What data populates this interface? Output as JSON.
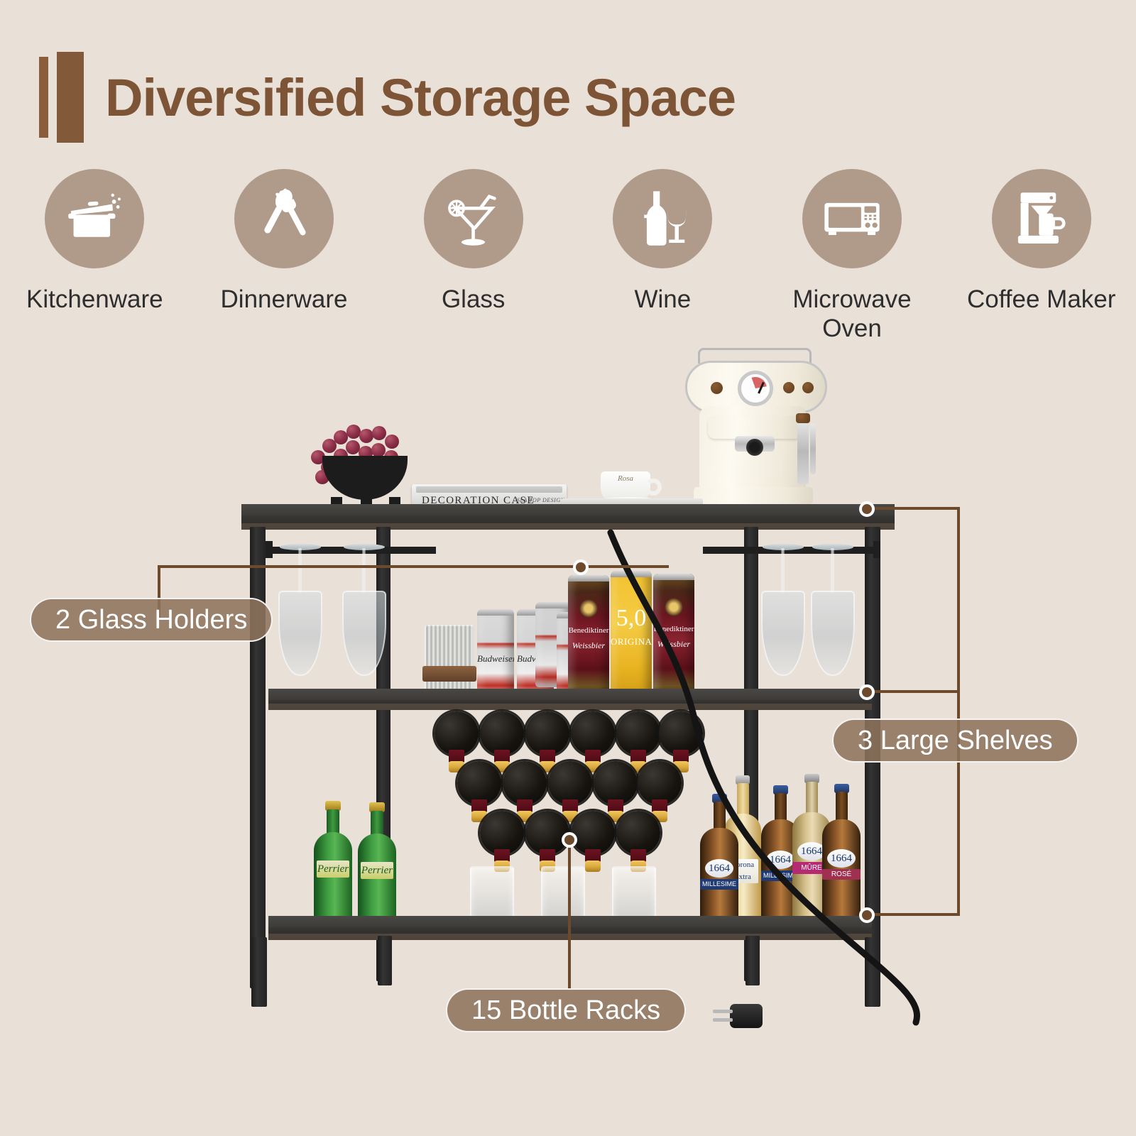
{
  "header": {
    "title": "Diversified Storage Space",
    "accent_color": "#7d5436"
  },
  "features": [
    {
      "label": "Kitchenware",
      "icon": "cooking-pot-icon"
    },
    {
      "label": "Dinnerware",
      "icon": "spoon-fork-icon"
    },
    {
      "label": "Glass",
      "icon": "cocktail-glass-icon"
    },
    {
      "label": "Wine",
      "icon": "wine-bottle-glass-icon"
    },
    {
      "label": "Microwave\nOven",
      "icon": "microwave-oven-icon"
    },
    {
      "label": "Coffee\nMaker",
      "icon": "coffee-maker-icon"
    }
  ],
  "feature_circle_color": "#b09b8b",
  "callouts": [
    {
      "id": "glass-holders",
      "label": "2 Glass Holders"
    },
    {
      "id": "large-shelves",
      "label": "3 Large Shelves"
    },
    {
      "id": "bottle-racks",
      "label": "15 Bottle Racks"
    }
  ],
  "callout_style": {
    "fill": "#8d735c",
    "text_color": "#ffffff",
    "leader_color": "#6e4a2c"
  },
  "product": {
    "name": "wine-bar-cabinet",
    "shelf_count": 3,
    "finish_color": "#383735",
    "frame_color": "#1f1f1f",
    "top_shelf_items": [
      {
        "name": "grape-bowl",
        "detail": "black footed bowl with red grapes"
      },
      {
        "name": "decoration-book",
        "title": "DECORATION CASE",
        "subtitle": "SLA TOP DESIGN"
      },
      {
        "name": "coffee-cup-saucer",
        "detail": "white cup and saucer"
      },
      {
        "name": "espresso-machine",
        "detail": "cream retro espresso machine with pressure gauge"
      }
    ],
    "middle_shelf_items": [
      {
        "name": "ribbed-glass-tumbler",
        "count": 1
      },
      {
        "name": "budweiser-can",
        "label": "Budweiser",
        "count": 4
      },
      {
        "name": "benediktiner-can",
        "label": "Benediktiner Weissbier",
        "count": 2
      },
      {
        "name": "five-zero-can",
        "label": "5,0 ORIGINAL",
        "count": 1
      }
    ],
    "wine_rack": {
      "name": "wine-bottle-rack",
      "bottle_count": 15,
      "rows": [
        6,
        5,
        4
      ]
    },
    "bottom_shelf_items": [
      {
        "name": "perrier-bottle",
        "label": "Perrier",
        "count": 2
      },
      {
        "name": "tumbler-glass",
        "count": 3
      },
      {
        "name": "kronenbourg-1664-bottle",
        "label": "1664",
        "variants": [
          "MILLESIME",
          "MILLESIME",
          "MÛRE",
          "ROSÉ"
        ],
        "count": 4
      },
      {
        "name": "corona-extra-bottle",
        "label": "Corona Extra",
        "count": 1
      }
    ],
    "hanging_glasses": {
      "name": "stemware-glasses",
      "count": 4
    },
    "power_cord": {
      "name": "power-plug",
      "detail": "3-prong black plug with braided cord"
    }
  },
  "colors": {
    "background": "#e9e0d8",
    "title_brown": "#7d5436",
    "icon_circle": "#b09b8b",
    "label_text": "#2e2e2e"
  }
}
